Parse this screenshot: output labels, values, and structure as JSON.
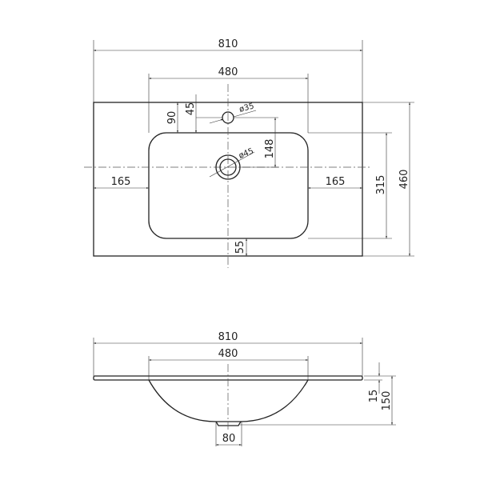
{
  "top_view": {
    "overall_width": "810",
    "basin_width": "480",
    "overall_depth": "460",
    "basin_depth": "315",
    "left_margin": "165",
    "right_margin": "165",
    "front_to_basin": "90",
    "front_to_tap_hole": "45",
    "tap_hole_diameter": "ø35",
    "tap_to_drain": "148",
    "drain_diameter": "ø45",
    "back_margin": "55"
  },
  "side_view": {
    "overall_width": "810",
    "basin_width": "480",
    "slab_thickness": "15",
    "total_height": "150",
    "drain_width": "80"
  }
}
